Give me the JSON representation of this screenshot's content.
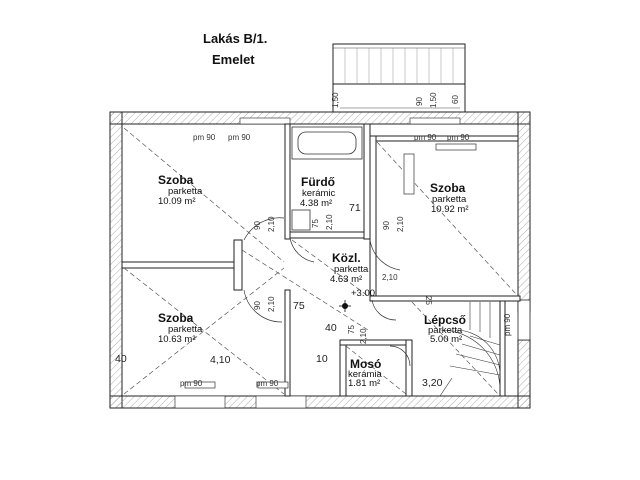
{
  "header": {
    "title": "Lakás B/1.",
    "subtitle": "Emelet"
  },
  "rooms": [
    {
      "name": "Szoba",
      "floor": "parketta",
      "area": "10.09 m²"
    },
    {
      "name": "Fürdő",
      "floor": "kerámic",
      "area": "4.38 m²"
    },
    {
      "name": "Szoba",
      "floor": "parketta",
      "area": "10.92 m²"
    },
    {
      "name": "Közl.",
      "floor": "parketta",
      "area": "4.63 m²"
    },
    {
      "name": "Szoba",
      "floor": "parketta",
      "area": "10.63 m²"
    },
    {
      "name": "Mosó",
      "floor": "kerámia",
      "area": "1.81 m²"
    },
    {
      "name": "Lépcső",
      "floor": "parketta",
      "area": "5.00 m²"
    }
  ],
  "level_mark": "+3.00",
  "dimensions": {
    "d_410": "4,10",
    "d_320": "3,20",
    "d_40_left": "40",
    "d_10": "10",
    "d_75": "75",
    "d_40_mid": "40",
    "d_71": "71",
    "d_25": "25",
    "d_90": "90",
    "d_210": "2,10",
    "d_pm90": "pm 90",
    "d_150": "1,50",
    "d_60": "60"
  }
}
